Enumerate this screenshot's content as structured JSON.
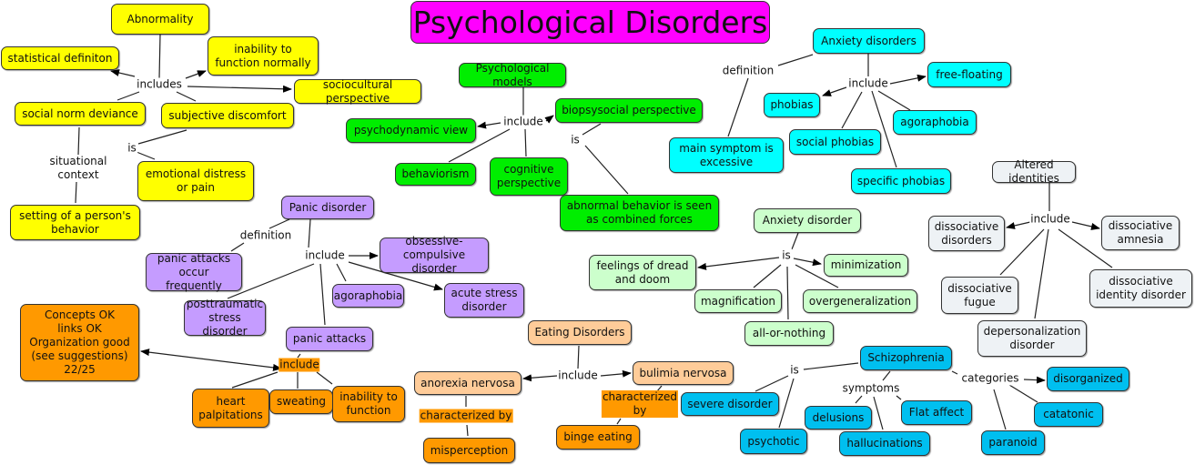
{
  "title": "Psychological Disorders",
  "colors": {
    "title": "#ff00ff",
    "yellow": "#ffff00",
    "green": "#00ee00",
    "cyan": "#00ffff",
    "purple": "#c59cff",
    "orange": "#ff9900",
    "peach": "#ffcc99",
    "lightgreen": "#ccffcc",
    "gray": "#eef2f5",
    "blue": "#00bfef"
  },
  "nodes": {
    "abnormality": {
      "text": "Abnormality",
      "color": "yellow"
    },
    "statistical": {
      "text": "statistical definiton",
      "color": "yellow"
    },
    "inability_norm": {
      "text": "inability to\nfunction normally",
      "color": "yellow"
    },
    "sociocultural": {
      "text": "sociocultural perspective",
      "color": "yellow"
    },
    "social_norm": {
      "text": "social norm deviance",
      "color": "yellow"
    },
    "subjective": {
      "text": "subjective discomfort",
      "color": "yellow"
    },
    "emotional": {
      "text": "emotional distress\nor pain",
      "color": "yellow"
    },
    "setting": {
      "text": "setting of a person's\nbehavior",
      "color": "yellow"
    },
    "psych_models": {
      "text": "Psychological models",
      "color": "green"
    },
    "biopsy": {
      "text": "biopsysocial perspective",
      "color": "green"
    },
    "psychodynamic": {
      "text": "psychodynamic view",
      "color": "green"
    },
    "behaviorism": {
      "text": "behaviorism",
      "color": "green"
    },
    "cognitive": {
      "text": "cognitive\nperspective",
      "color": "green"
    },
    "abnormal_forces": {
      "text": "abnormal behavior is seen\nas combined forces",
      "color": "green"
    },
    "anxiety_disorders": {
      "text": "Anxiety disorders",
      "color": "cyan"
    },
    "free_floating": {
      "text": "free-floating",
      "color": "cyan"
    },
    "phobias": {
      "text": "phobias",
      "color": "cyan"
    },
    "agoraphobia1": {
      "text": "agoraphobia",
      "color": "cyan"
    },
    "social_phobias": {
      "text": "social phobias",
      "color": "cyan"
    },
    "main_symptom": {
      "text": "main symptom is\nexcessive",
      "color": "cyan"
    },
    "specific_phobias": {
      "text": "specific phobias",
      "color": "cyan"
    },
    "panic_disorder": {
      "text": "Panic disorder",
      "color": "purple"
    },
    "panic_frequent": {
      "text": "panic attacks occur\nfrequently",
      "color": "purple"
    },
    "ocd": {
      "text": "obsessive-compulsive\ndisorder",
      "color": "purple"
    },
    "agoraphobia2": {
      "text": "agoraphobia",
      "color": "purple"
    },
    "acute": {
      "text": "acute stress\ndisorder",
      "color": "purple"
    },
    "ptsd": {
      "text": "posttraumatic\nstress disorder",
      "color": "purple"
    },
    "panic_attacks": {
      "text": "panic attacks",
      "color": "purple"
    },
    "concepts": {
      "text": "Concepts OK\nlinks OK\nOrganization good\n(see suggestions)\n22/25",
      "color": "orange"
    },
    "heart": {
      "text": "heart\npalpitations",
      "color": "orange"
    },
    "sweating": {
      "text": "sweating",
      "color": "orange"
    },
    "inability_func": {
      "text": "inability to\nfunction",
      "color": "orange"
    },
    "misperception": {
      "text": "misperception",
      "color": "orange"
    },
    "binge": {
      "text": "binge eating",
      "color": "orange"
    },
    "eating": {
      "text": "Eating Disorders",
      "color": "peach"
    },
    "anorexia": {
      "text": "anorexia nervosa",
      "color": "peach"
    },
    "bulimia": {
      "text": "bulimia nervosa",
      "color": "peach"
    },
    "anxiety_disorder": {
      "text": "Anxiety disorder",
      "color": "lightgreen"
    },
    "dread": {
      "text": "feelings of dread\nand doom",
      "color": "lightgreen"
    },
    "minimization": {
      "text": "minimization",
      "color": "lightgreen"
    },
    "magnification": {
      "text": "magnification",
      "color": "lightgreen"
    },
    "overgeneralization": {
      "text": "overgeneralization",
      "color": "lightgreen"
    },
    "all_or_nothing": {
      "text": "all-or-nothing",
      "color": "lightgreen"
    },
    "altered": {
      "text": "Altered identities",
      "color": "gray"
    },
    "diss_disorders": {
      "text": "dissociative\ndisorders",
      "color": "gray"
    },
    "diss_amnesia": {
      "text": "dissociative\namnesia",
      "color": "gray"
    },
    "diss_fugue": {
      "text": "dissociative\nfugue",
      "color": "gray"
    },
    "diss_identity": {
      "text": "dissociative\nidentity disorder",
      "color": "gray"
    },
    "depersonalization": {
      "text": "depersonalization\ndisorder",
      "color": "gray"
    },
    "schizophrenia": {
      "text": "Schizophrenia",
      "color": "blue"
    },
    "disorganized": {
      "text": "disorganized",
      "color": "blue"
    },
    "severe": {
      "text": "severe disorder",
      "color": "blue"
    },
    "flat": {
      "text": "Flat affect",
      "color": "blue"
    },
    "delusions": {
      "text": "delusions",
      "color": "blue"
    },
    "catatonic": {
      "text": "catatonic",
      "color": "blue"
    },
    "psychotic": {
      "text": "psychotic",
      "color": "blue"
    },
    "hallucinations": {
      "text": "hallucinations",
      "color": "blue"
    },
    "paranoid": {
      "text": "paranoid",
      "color": "blue"
    }
  },
  "labels": {
    "includes_abn": {
      "text": "includes"
    },
    "situational": {
      "text": "situational\ncontext"
    },
    "is_subj": {
      "text": "is"
    },
    "include_models": {
      "text": "include"
    },
    "is_biopsy": {
      "text": "is"
    },
    "definition_anx": {
      "text": "definition"
    },
    "include_anx": {
      "text": "include"
    },
    "definition_panic": {
      "text": "definition"
    },
    "include_panic": {
      "text": "include"
    },
    "include_attacks": {
      "text": "include",
      "highlight": true
    },
    "include_eating": {
      "text": "include"
    },
    "char_anorexia": {
      "text": "characterized by",
      "highlight": true
    },
    "char_bulimia": {
      "text": "characterized\nby",
      "highlight": true
    },
    "is_anxiety": {
      "text": "is"
    },
    "include_altered": {
      "text": "include"
    },
    "is_schizo": {
      "text": "is"
    },
    "symptoms": {
      "text": "symptoms"
    },
    "categories": {
      "text": "categories"
    }
  }
}
